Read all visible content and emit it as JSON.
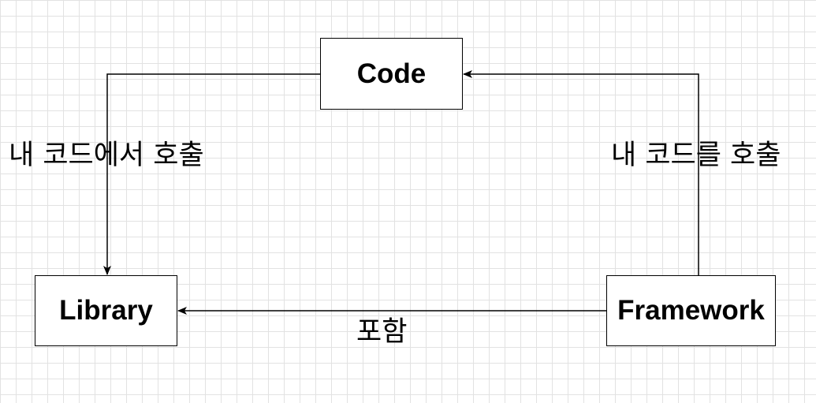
{
  "diagram": {
    "nodes": {
      "code": "Code",
      "library": "Library",
      "framework": "Framework"
    },
    "edges": [
      {
        "from": "code",
        "to": "library",
        "label": "내 코드에서 호출"
      },
      {
        "from": "framework",
        "to": "code",
        "label": "내 코드를 호출"
      },
      {
        "from": "framework",
        "to": "library",
        "label": "포함"
      }
    ]
  }
}
